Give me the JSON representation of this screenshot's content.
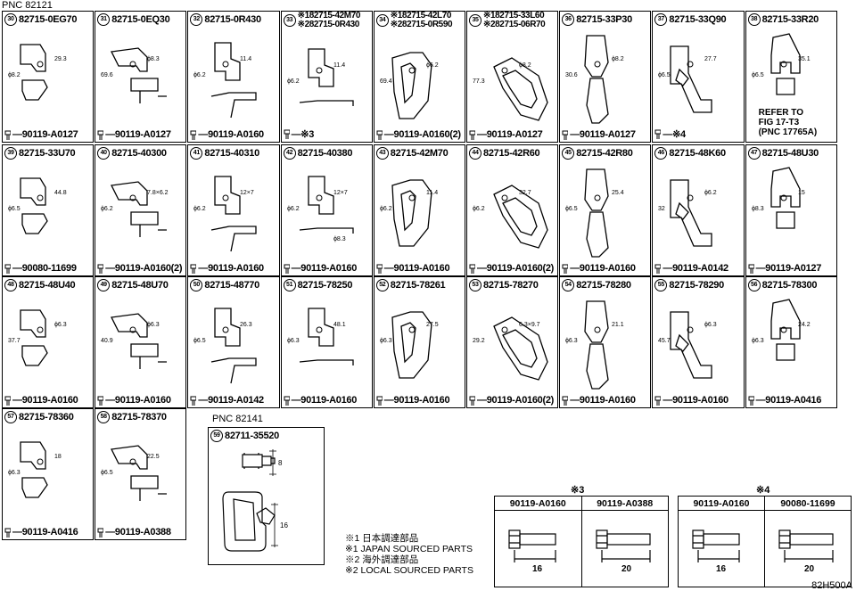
{
  "pnc_main": "PNC 82121",
  "cells": [
    {
      "num": "30",
      "part": "82715-0EG70",
      "bolt": "90119-A0127",
      "dims": [
        "ϕ8.2",
        "29.3"
      ]
    },
    {
      "num": "31",
      "part": "82715-0EQ30",
      "bolt": "90119-A0127",
      "dims": [
        "69.6",
        "ϕ8.3"
      ]
    },
    {
      "num": "32",
      "part": "82715-0R430",
      "bolt": "90119-A0160",
      "dims": [
        "ϕ6.2",
        "11.4"
      ]
    },
    {
      "num": "33",
      "part": "※182715-42M70",
      "part2": "※282715-0R430",
      "bolt": "※3",
      "dims": [
        "ϕ6.2",
        "11.4"
      ]
    },
    {
      "num": "34",
      "part": "※182715-42L70",
      "part2": "※282715-0R590",
      "bolt": "90119-A0160(2)",
      "dims": [
        "69.4",
        "ϕ6.2"
      ]
    },
    {
      "num": "35",
      "part": "※182715-33L60",
      "part2": "※282715-06R70",
      "bolt": "90119-A0127",
      "dims": [
        "77.3",
        "ϕ8.2"
      ]
    },
    {
      "num": "36",
      "part": "82715-33P30",
      "bolt": "90119-A0127",
      "dims": [
        "30.6",
        "ϕ8.2"
      ]
    },
    {
      "num": "37",
      "part": "82715-33Q90",
      "bolt": "※4",
      "dims": [
        "ϕ6.5",
        "27.7"
      ]
    },
    {
      "num": "38",
      "part": "82715-33R20",
      "bolt": "",
      "dims": [
        "ϕ6.5",
        "35.1"
      ],
      "note": [
        "REFER TO",
        "FIG 17-T3",
        "(PNC 17765A)"
      ]
    },
    {
      "num": "39",
      "part": "82715-33U70",
      "bolt": "90080-11699",
      "dims": [
        "ϕ6.5",
        "44.8"
      ]
    },
    {
      "num": "40",
      "part": "82715-40300",
      "bolt": "90119-A0160(2)",
      "dims": [
        "ϕ6.2",
        "7.8×6.2"
      ]
    },
    {
      "num": "41",
      "part": "82715-40310",
      "bolt": "90119-A0160",
      "dims": [
        "ϕ6.2",
        "12×7"
      ]
    },
    {
      "num": "42",
      "part": "82715-40380",
      "bolt": "90119-A0160",
      "dims": [
        "ϕ6.2",
        "12×7",
        "ϕ8.3"
      ]
    },
    {
      "num": "43",
      "part": "82715-42M70",
      "bolt": "90119-A0160",
      "dims": [
        "ϕ6.2",
        "11.4"
      ]
    },
    {
      "num": "44",
      "part": "82715-42R60",
      "bolt": "90119-A0160(2)",
      "dims": [
        "ϕ6.2",
        "32.7"
      ]
    },
    {
      "num": "45",
      "part": "82715-42R80",
      "bolt": "90119-A0160",
      "dims": [
        "ϕ6.5",
        "25.4"
      ]
    },
    {
      "num": "46",
      "part": "82715-48K60",
      "bolt": "90119-A0142",
      "dims": [
        "32",
        "ϕ6.2"
      ]
    },
    {
      "num": "47",
      "part": "82715-48U30",
      "bolt": "90119-A0127",
      "dims": [
        "ϕ8.3",
        "15"
      ]
    },
    {
      "num": "48",
      "part": "82715-48U40",
      "bolt": "90119-A0160",
      "dims": [
        "37.7",
        "ϕ6.3"
      ]
    },
    {
      "num": "49",
      "part": "82715-48U70",
      "bolt": "90119-A0160",
      "dims": [
        "40.9",
        "ϕ6.3"
      ]
    },
    {
      "num": "50",
      "part": "82715-48770",
      "bolt": "90119-A0142",
      "dims": [
        "ϕ6.5",
        "26.3"
      ]
    },
    {
      "num": "51",
      "part": "82715-78250",
      "bolt": "90119-A0160",
      "dims": [
        "ϕ6.3",
        "48.1"
      ]
    },
    {
      "num": "52",
      "part": "82715-78261",
      "bolt": "90119-A0160",
      "dims": [
        "ϕ6.3",
        "27.5"
      ]
    },
    {
      "num": "53",
      "part": "82715-78270",
      "bolt": "90119-A0160(2)",
      "dims": [
        "29.2",
        "6.3×9.7"
      ]
    },
    {
      "num": "54",
      "part": "82715-78280",
      "bolt": "90119-A0160",
      "dims": [
        "ϕ6.3",
        "21.1"
      ]
    },
    {
      "num": "55",
      "part": "82715-78290",
      "bolt": "90119-A0160",
      "dims": [
        "45.7",
        "ϕ6.3"
      ]
    },
    {
      "num": "56",
      "part": "82715-78300",
      "bolt": "90119-A0416",
      "dims": [
        "ϕ6.3",
        "24.2"
      ]
    },
    {
      "num": "57",
      "part": "82715-78360",
      "bolt": "90119-A0416",
      "dims": [
        "ϕ6.3",
        "18"
      ]
    },
    {
      "num": "58",
      "part": "82715-78370",
      "bolt": "90119-A0388",
      "dims": [
        "ϕ6.5",
        "22.5"
      ]
    }
  ],
  "pnc_second": "PNC 82141",
  "cell59": {
    "num": "59",
    "part": "82711-35520",
    "dims": [
      "8",
      "16"
    ]
  },
  "legend": [
    "※1 日本調達部品",
    "※1 JAPAN SOURCED PARTS",
    "※2 海外調達部品",
    "※2 LOCAL SOURCED PARTS"
  ],
  "table3": {
    "label": "※3",
    "cols": [
      "90119-A0160",
      "90119-A0388"
    ],
    "dims": [
      "16",
      "20"
    ]
  },
  "table4": {
    "label": "※4",
    "cols": [
      "90119-A0160",
      "90080-11699"
    ],
    "dims": [
      "16",
      "20"
    ]
  },
  "footer_code": "82H500A"
}
